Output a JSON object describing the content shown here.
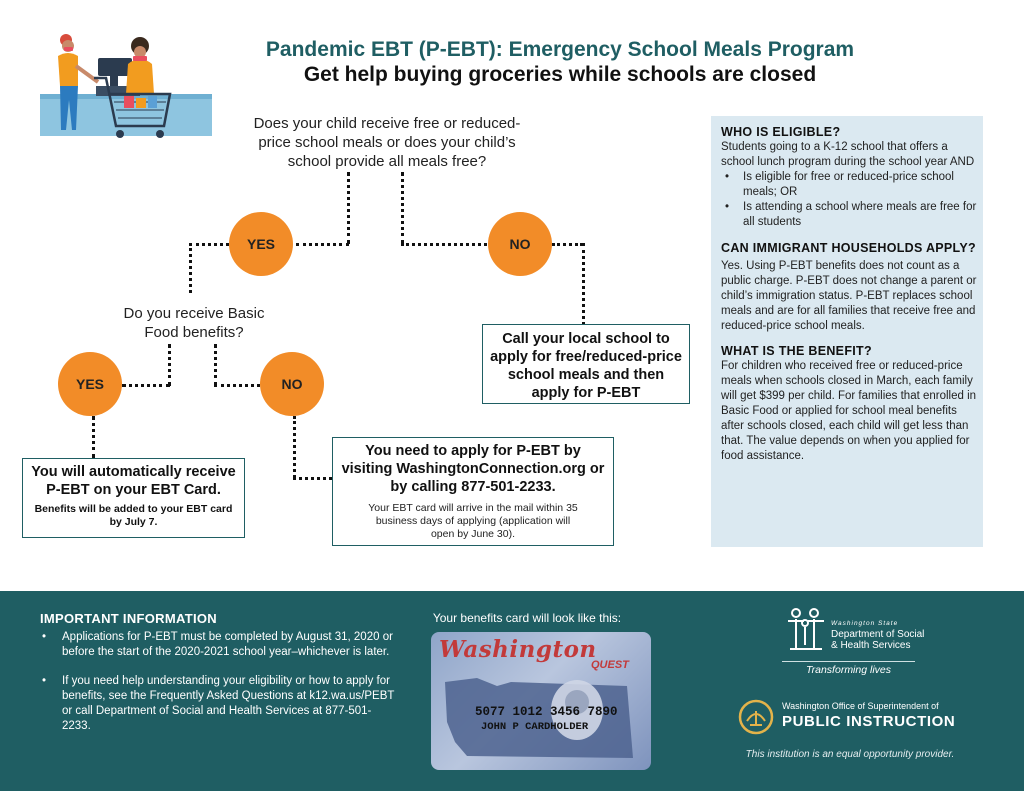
{
  "header": {
    "title": "Pandemic EBT (P-EBT): Emergency School Meals Program",
    "subtitle": "Get help buying groceries while schools are closed"
  },
  "flow": {
    "question1": "Does your child receive free or reduced-price school meals or does your child’s school provide all meals free?",
    "yes_label": "YES",
    "no_label": "NO",
    "question2": "Do you receive Basic Food benefits?",
    "call_school": "Call your local school to apply for free/reduced-price school meals and then apply for P-EBT",
    "auto_main": "You will automatically receive P-EBT on your EBT Card.",
    "auto_sub": "Benefits will be added to your EBT card by July 7.",
    "apply_main": "You need to apply for P-EBT by visiting WashingtonConnection.org or by calling 877-501-2233.",
    "apply_sub": "Your EBT card will arrive in the mail within 35 business days of applying (application will open by June 30)."
  },
  "sidebar": {
    "eligible_title": "WHO IS ELIGIBLE?",
    "eligible_text": "Students going to a K-12 school that offers a school lunch program during the school year AND",
    "eligible_bullets": [
      "Is eligible for free or reduced-price school meals; OR",
      "Is attending a school where meals are free for all students"
    ],
    "immigrant_title": "CAN IMMIGRANT HOUSEHOLDS APPLY?",
    "immigrant_text": "Yes. Using P-EBT benefits does not count as a public charge. P-EBT does not change a parent or child’s immigration status. P-EBT replaces school meals and are for all families that receive free and reduced-price school meals.",
    "benefit_title": "WHAT IS THE BENEFIT?",
    "benefit_text": "For children who received free or reduced-price meals when schools closed in March, each family will get $399 per child. For families that enrolled in Basic Food or applied for school meal benefits after schools closed, each child will get less than that. The value depends on when you applied for food assistance."
  },
  "footer": {
    "important_title": "IMPORTANT INFORMATION",
    "important_items": [
      "Applications for P-EBT must be completed by August 31, 2020 or before the start of the 2020-2021 school year–whichever is later.",
      "If you need help understanding your eligibility or how to apply for benefits, see the Frequently Asked Questions at k12.wa.us/PEBT or call Department of Social and Health Services at 877-501-2233."
    ],
    "card_label": "Your benefits card will look like this:",
    "card": {
      "brand": "Washington",
      "brand2": "QUEST",
      "number": "5077 1012 3456 7890",
      "name": "JOHN P CARDHOLDER"
    },
    "dshs": {
      "state": "Washington State",
      "line1": "Department of Social",
      "line2": "& Health Services",
      "tagline": "Transforming lives"
    },
    "ospi": {
      "small": "Washington Office of Superintendent of",
      "big": "PUBLIC INSTRUCTION"
    },
    "equal_opportunity": "This institution is an equal opportunity provider."
  },
  "colors": {
    "teal": "#1f5e63",
    "orange": "#f28c28",
    "sidebar_bg": "#dbe9f1"
  },
  "icons": [
    "shopping-illustration",
    "dshs-logo-icon",
    "ospi-logo-icon"
  ]
}
